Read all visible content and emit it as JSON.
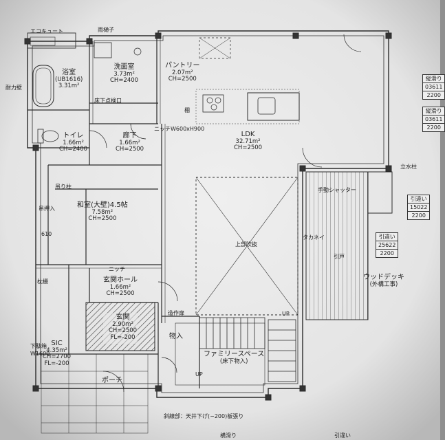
{
  "title": "",
  "rooms": {
    "bath": {
      "name": "浴室",
      "sub": "(UB1616)",
      "area": "3.31m²"
    },
    "wash": {
      "name": "洗面室",
      "area": "3.73m²",
      "ch": "CH=2400"
    },
    "pantry": {
      "name": "パントリー",
      "area": "2.07m²",
      "ch": "CH=2500"
    },
    "ldk": {
      "name": "LDK",
      "area": "32.71m²",
      "ch": "CH=2500"
    },
    "toilet": {
      "name": "トイレ",
      "area": "1.66m²",
      "ch": "CH=2400"
    },
    "hall": {
      "name": "廊下",
      "area": "1.66m²",
      "ch": "CH=2500"
    },
    "washitsu": {
      "name": "和室(大壁)4.5帖",
      "area": "7.58m²",
      "ch": "CH=2500"
    },
    "entrance_hall": {
      "name": "玄関ホール",
      "area": "1.66m²",
      "ch": "CH=2500"
    },
    "entrance": {
      "name": "玄関",
      "area": "2.90m²",
      "ch": "CH=2500",
      "fl": "FL=-200"
    },
    "sic": {
      "name": "SIC",
      "area": "4.35m²",
      "ch": "CH=2700",
      "fl": "FL=-200"
    },
    "storage": {
      "name": "物入"
    },
    "family": {
      "name": "ファミリースペース",
      "sub": "(床下物入)"
    },
    "porch": {
      "name": "ポーチ"
    },
    "deck": {
      "name": "ウッドデッキ",
      "sub": "(外構工事)"
    }
  },
  "notes": {
    "eco": "エコキュート",
    "amado": "雨樋子",
    "niche_top": "ニッチW600xH900",
    "underfloor": "床下点検口",
    "shelf": "棚",
    "hashira": "吊り柱",
    "oshiire": "吊押入",
    "dim610": "610",
    "niche_mid": "ニッチ",
    "shoe_shelf": "下駄箱",
    "shoe_w": "W1600",
    "makura": "枕棚",
    "zosaku": "造作扉",
    "shutter": "手動シャッター",
    "sliding": "タカネイ",
    "tategu": "引戸",
    "raised": "上部吹抜",
    "up1": "UP",
    "up2": "UP",
    "standpipe": "立水柱",
    "diag_note": "斜線部：天井下げ(−200)板張り",
    "wall_left": "耐力壁",
    "window_bottom1": "横滑り",
    "window_bottom2": "引違い"
  },
  "window_tags": [
    {
      "type": "縦滑り",
      "code": "03611",
      "h": "2200"
    },
    {
      "type": "縦滑り",
      "code": "03611",
      "h": "2200"
    },
    {
      "type": "引違い",
      "code": "15022",
      "h": "2200"
    },
    {
      "type": "引違い",
      "code": "25622",
      "h": "2200"
    }
  ]
}
